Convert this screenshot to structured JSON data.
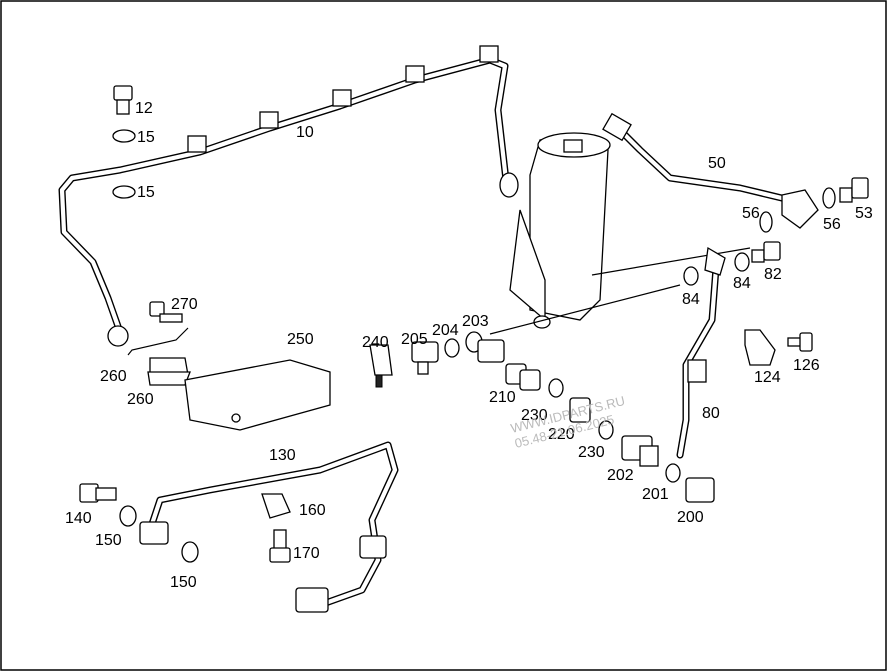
{
  "labels": {
    "l12": "12",
    "l15a": "15",
    "l15b": "15",
    "l10": "10",
    "l50": "50",
    "l56a": "56",
    "l56b": "56",
    "l53": "53",
    "l84a": "84",
    "l84b": "84",
    "l82": "82",
    "l270": "270",
    "l250": "250",
    "l260a": "260",
    "l260b": "260",
    "l240": "240",
    "l205": "205",
    "l204": "204",
    "l203": "203",
    "l210": "210",
    "l230a": "230",
    "l220": "220",
    "l230b": "230",
    "l202": "202",
    "l201": "201",
    "l200": "200",
    "l80": "80",
    "l124": "124",
    "l126": "126",
    "l130": "130",
    "l140": "140",
    "l150a": "150",
    "l150b": "150",
    "l160": "160",
    "l170": "170"
  },
  "watermark": {
    "line1": "WWW.IDPARTS.RU",
    "line2": "05.48-21.06.2025"
  }
}
